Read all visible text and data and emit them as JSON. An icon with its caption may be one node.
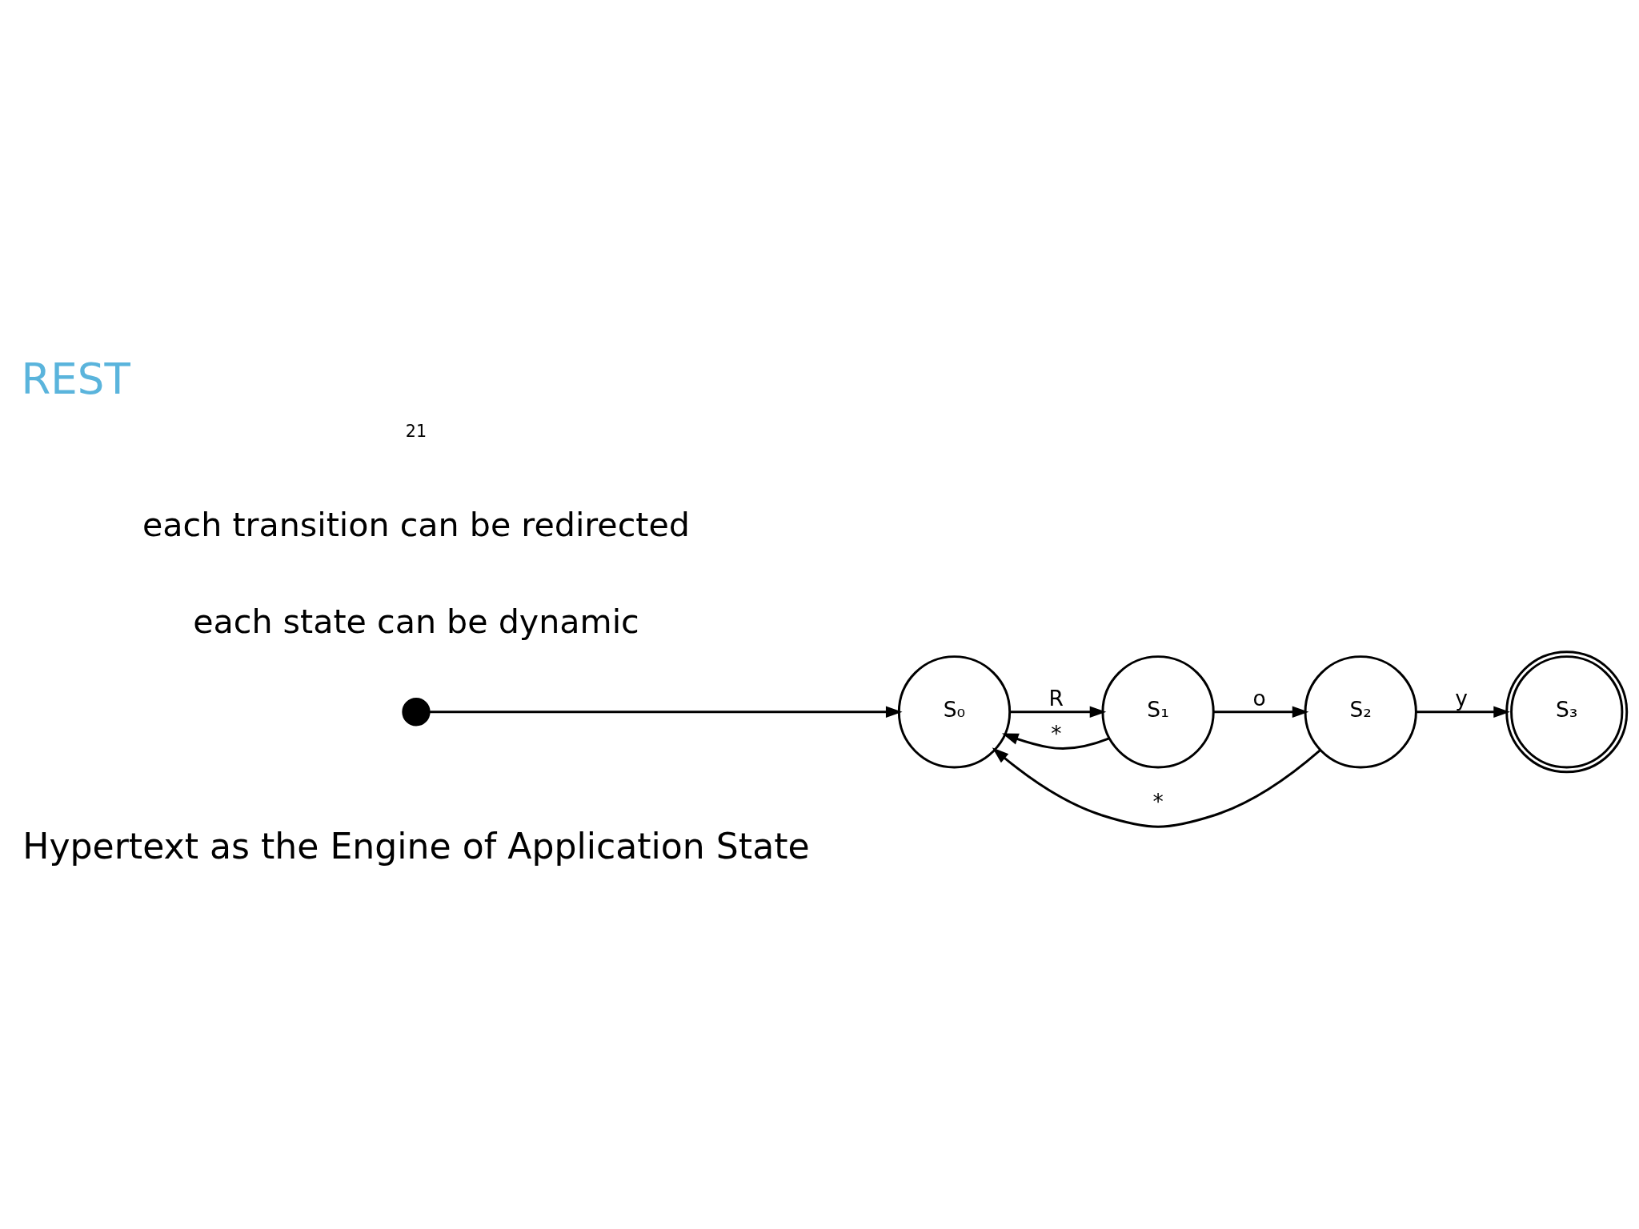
{
  "diagram": {
    "title": "REST",
    "nodes": [
      {
        "text": [],
        "shape": "circle"
      },
      {
        "text": [
          "S₀"
        ]
      },
      {
        "text": [
          "S₁"
        ]
      },
      {
        "text": [
          "S₂"
        ]
      },
      {
        "text": [
          "S₃"
        ]
      }
    ],
    "edges": [
      {
        "from": 0,
        "to": 1,
        "arrow": "to"
      },
      {
        "from": 1,
        "to": 2,
        "label": "R",
        "arrow": "to"
      },
      {
        "from": 2,
        "to": 3,
        "label": "o",
        "arrow": "to"
      },
      {
        "from": 3,
        "to": 4,
        "label": "y",
        "arrow": "to"
      },
      {
        "from": 3,
        "to": 1,
        "label": "*",
        "arrow": "to"
      },
      {
        "from": 2,
        "to": 1,
        "label": "*",
        "arrow": "to"
      }
    ],
    "labels": [
      "Hypertext as the Engine of Application State",
      "each state can be dynamic",
      "each transition can be redirected",
      "21"
    ]
  }
}
